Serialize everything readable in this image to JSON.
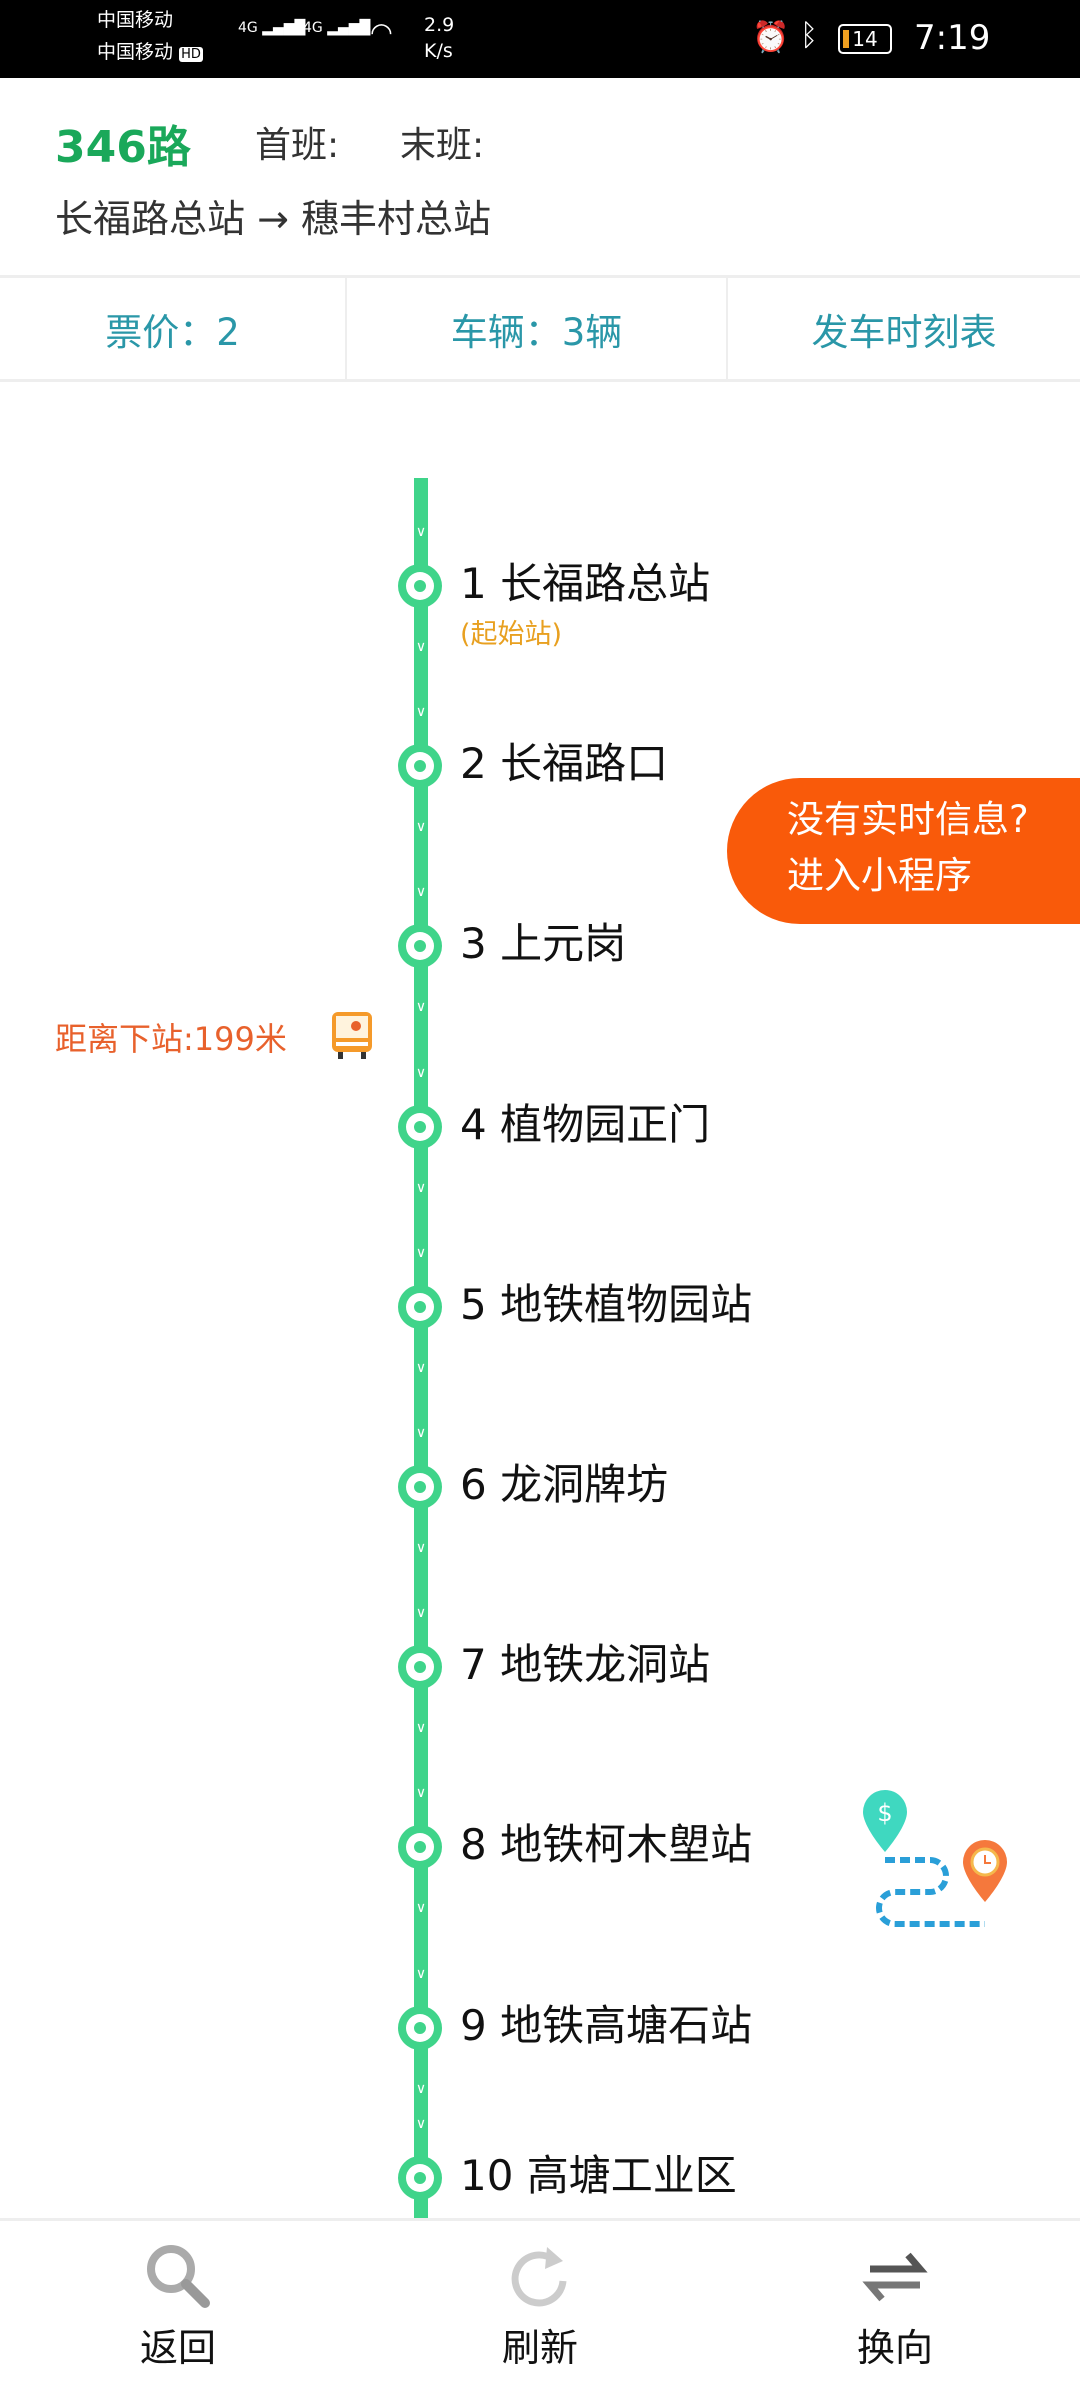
{
  "status_bar": {
    "carrier1": "中国移动",
    "carrier2": "中国移动",
    "hd": "HD",
    "net1": "4G",
    "net2": "4G",
    "speed_value": "2.9",
    "speed_unit": "K/s",
    "battery": "14",
    "battery_level_percent": 14,
    "time": "7:19"
  },
  "header": {
    "route": "346路",
    "first_bus": "首班:",
    "last_bus": "末班:",
    "direction": "长福路总站 → 穗丰村总站"
  },
  "info": {
    "fare": "票价：2",
    "vehicles": "车辆：3辆",
    "timetable": "发车时刻表"
  },
  "stations": [
    {
      "label": "1 长福路总站",
      "tag": "(起始站)"
    },
    {
      "label": "2 长福路口"
    },
    {
      "label": "3 上元岗"
    },
    {
      "label": "4 植物园正门"
    },
    {
      "label": "5 地铁植物园站"
    },
    {
      "label": "6 龙洞牌坊"
    },
    {
      "label": "7 地铁龙洞站"
    },
    {
      "label": "8 地铁柯木塱站"
    },
    {
      "label": "9 地铁高塘石站"
    },
    {
      "label": "10 高塘工业区"
    }
  ],
  "bus_position": {
    "distance": "距离下站:199米",
    "icon": "bus-icon"
  },
  "promo": {
    "line1": "没有实时信息?",
    "line2": "进入小程序"
  },
  "bottom_nav": [
    {
      "label": "返回",
      "icon": "search-icon"
    },
    {
      "label": "刷新",
      "icon": "refresh-icon"
    },
    {
      "label": "换向",
      "icon": "swap-icon"
    }
  ],
  "colors": {
    "route_green": "#1aa85a",
    "line_green": "#3fd48a",
    "info_teal": "#2a97a8",
    "promo_orange": "#f95a0a",
    "distance_orange": "#e8612c",
    "start_tag": "#e8a020"
  }
}
